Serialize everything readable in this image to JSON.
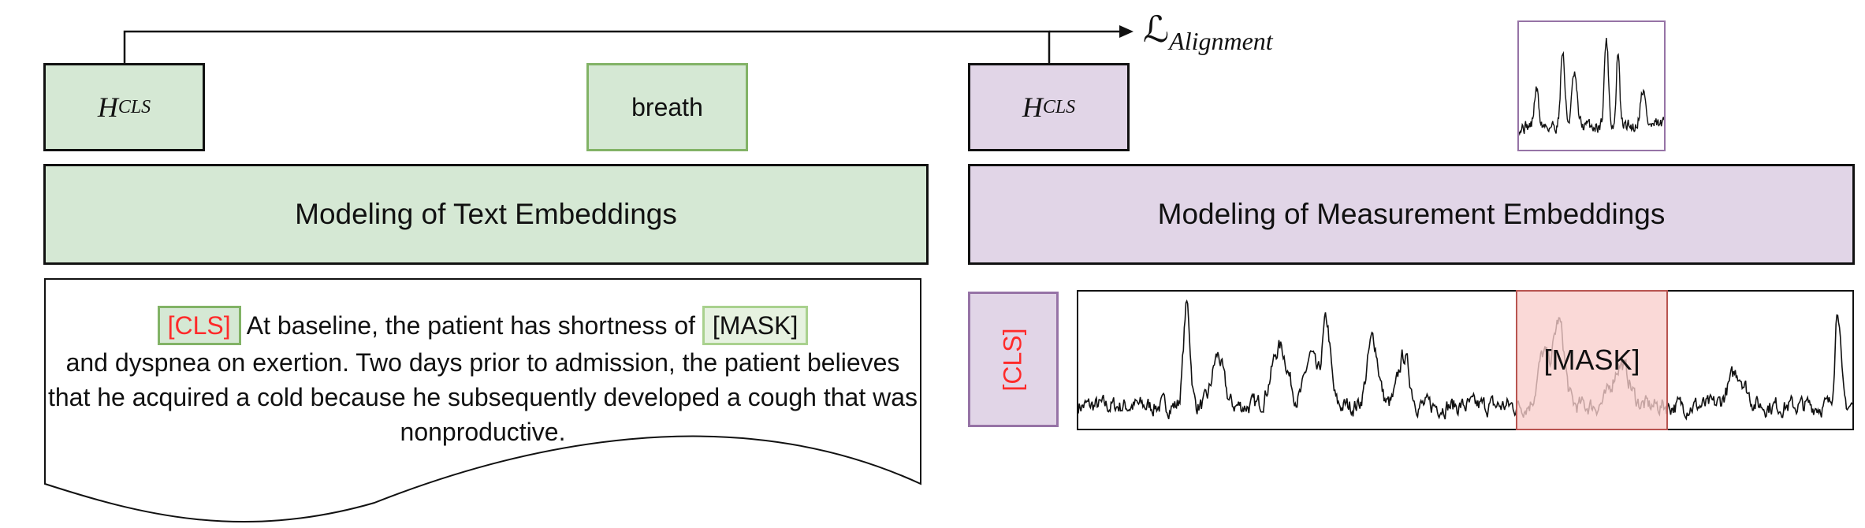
{
  "colors": {
    "text_green_fill": "#d5e8d4",
    "text_green_border": "#82b366",
    "measurement_purple_fill": "#e1d5e7",
    "measurement_purple_border": "#9673a6",
    "mask_fill": "#f8cecc",
    "cls_token_text": "#ff2a2a",
    "line": "#111111"
  },
  "loss": {
    "symbol": "ℒ",
    "subscript": "Alignment"
  },
  "text_branch": {
    "hcls": {
      "base": "H",
      "subscript": "CLS"
    },
    "predicted_token": "breath",
    "model_label": "Modeling of Text Embeddings",
    "input": {
      "cls_token": "[CLS]",
      "mask_token": "[MASK]",
      "text_before_mask": " At baseline, the patient has shortness of ",
      "text_after_mask": "and dyspnea on exertion. Two days prior to admission, the patient believes that he acquired a cold because he subsequently developed a cough that was nonproductive."
    },
    "icons": {
      "document": "document-shape-icon"
    }
  },
  "measurement_branch": {
    "hcls": {
      "base": "H",
      "subscript": "CLS"
    },
    "model_label": "Modeling of Measurement Embeddings",
    "cls_token": "[CLS]",
    "mask_token": "[MASK]",
    "icons": {
      "reconstructed_signal": "waveform-thumbnail-icon",
      "input_signal": "waveform-icon"
    }
  }
}
